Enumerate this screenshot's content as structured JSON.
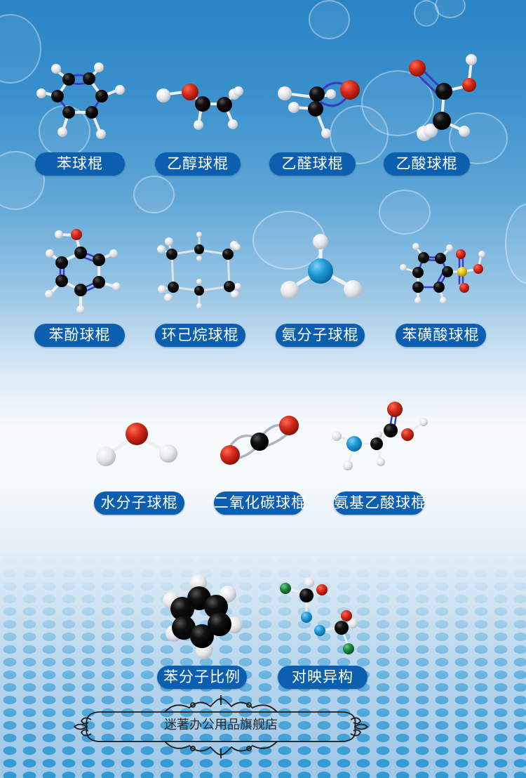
{
  "products": [
    {
      "label": "苯球棍",
      "model": "benzene-ball-stick"
    },
    {
      "label": "乙醇球棍",
      "model": "ethanol-ball-stick"
    },
    {
      "label": "乙醛球棍",
      "model": "acetaldehyde-ball-stick"
    },
    {
      "label": "乙酸球棍",
      "model": "acetic-acid-ball-stick"
    },
    {
      "label": "苯酚球棍",
      "model": "phenol-ball-stick"
    },
    {
      "label": "环己烷球棍",
      "model": "cyclohexane-ball-stick"
    },
    {
      "label": "氨分子球棍",
      "model": "ammonia-ball-stick"
    },
    {
      "label": "苯磺酸球棍",
      "model": "benzenesulfonic-acid-ball-stick"
    },
    {
      "label": "水分子球棍",
      "model": "water-ball-stick"
    },
    {
      "label": "二氧化碳球棍",
      "model": "carbon-dioxide-ball-stick"
    },
    {
      "label": "氨基乙酸球棍",
      "model": "glycine-ball-stick"
    },
    {
      "label": "苯分子比例",
      "model": "benzene-space-filling"
    },
    {
      "label": "对映异构",
      "model": "enantiomers"
    }
  ],
  "footer": {
    "store_name": "迷著办公用品旗舰店"
  },
  "colors": {
    "pill": "#0b5fae",
    "carbon": "#111111",
    "hydrogen": "#eeeeee",
    "oxygen": "#d42a1a",
    "nitrogen": "#1e9ad6",
    "sulfur": "#e8c81e",
    "chlorine": "#1e8a3a",
    "double_bond": "#3a3ac8"
  }
}
